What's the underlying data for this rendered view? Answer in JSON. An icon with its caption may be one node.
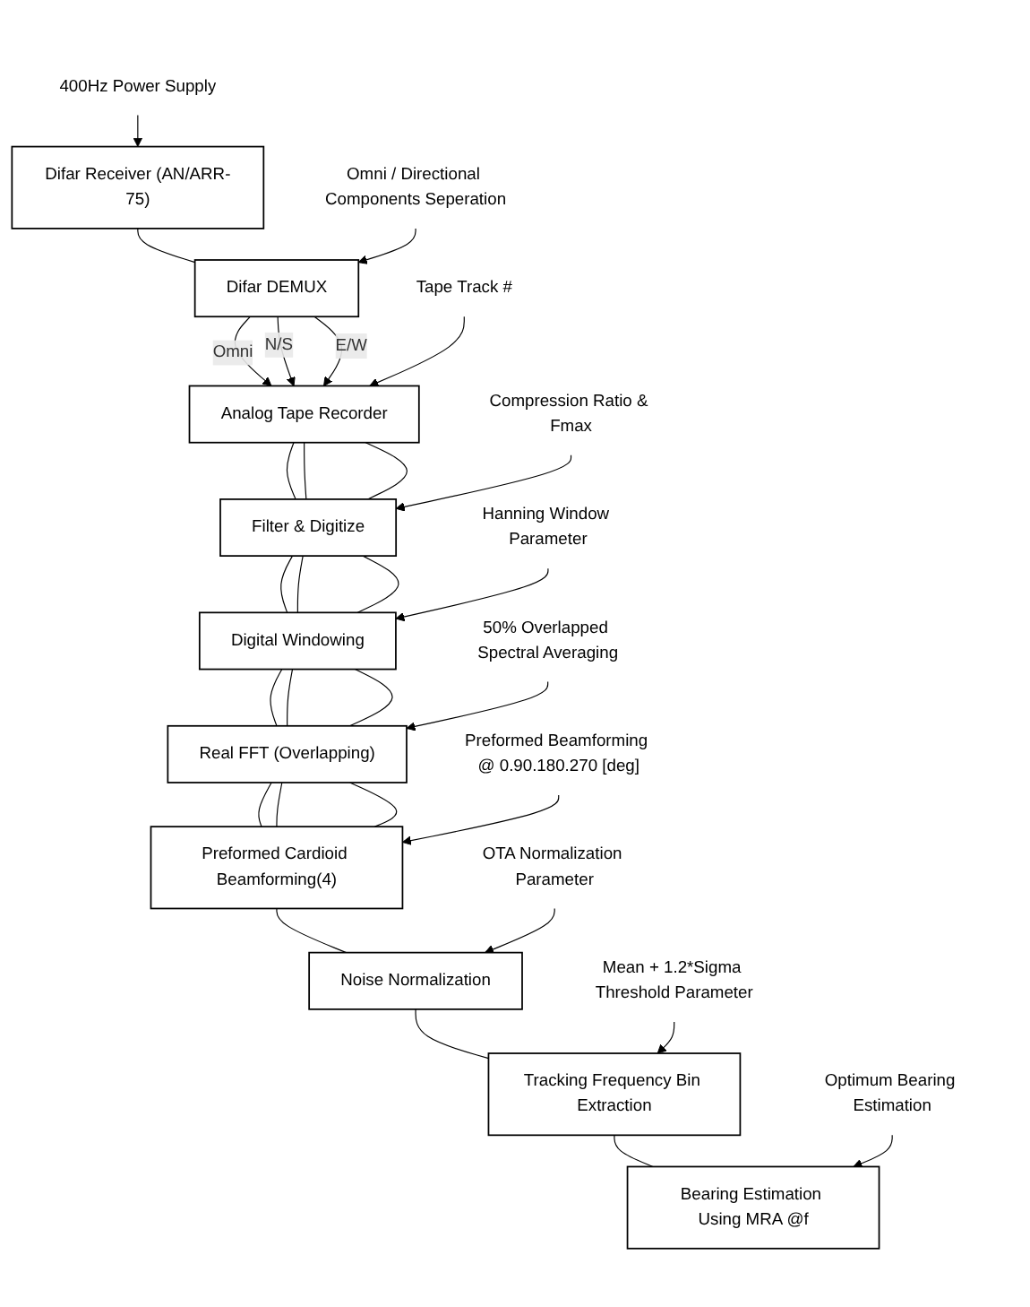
{
  "diagram": {
    "nodes": [
      {
        "text": [
          "Difar Receiver (AN/ARR-75)"
        ]
      },
      {
        "text": [
          "400Hz Power Supply"
        ]
      },
      {
        "text": [
          "Difar DEMUX"
        ]
      },
      {
        "text": [
          "Omni / Directional Components Seperation"
        ]
      },
      {
        "text": [
          "Analog Tape Recorder"
        ]
      },
      {
        "text": [
          "Tape Track #"
        ]
      },
      {
        "text": [
          "Filter & Digitize"
        ]
      },
      {
        "text": [
          "Compression Ratio & Fmax"
        ]
      },
      {
        "text": [
          "Digital Windowing"
        ]
      },
      {
        "text": [
          "Hanning Window Parameter"
        ]
      },
      {
        "text": [
          "Real FFT (Overlapping)"
        ]
      },
      {
        "text": [
          "50% Overlapped Spectral Averaging"
        ]
      },
      {
        "text": [
          "Preformed Cardioid Beamforming(4)"
        ]
      },
      {
        "text": [
          "Preformed Beamforming @ 0.90.180.270 [deg]"
        ]
      },
      {
        "text": [
          "Noise Normalization"
        ]
      },
      {
        "text": [
          "OTA Normalization Parameter"
        ]
      },
      {
        "text": [
          "Tracking Frequency Bin Extraction"
        ]
      },
      {
        "text": [
          "Mean + 1.2*Sigma Threshold Parameter"
        ]
      },
      {
        "text": [
          "Bearing Estimation Using MRA @f"
        ]
      },
      {
        "text": [
          "Optimum Bearing Estimation"
        ]
      }
    ],
    "edges": [
      {
        "from": 1,
        "to": 0,
        "arrow": "to"
      },
      {
        "from": 0,
        "to": 2,
        "arrow": "none"
      },
      {
        "from": 3,
        "to": 2,
        "arrow": "to"
      },
      {
        "from": 2,
        "to": 4,
        "arrow": "to",
        "label": "Omni"
      },
      {
        "from": 2,
        "to": 4,
        "arrow": "to",
        "label": "N/S"
      },
      {
        "from": 2,
        "to": 4,
        "arrow": "to",
        "label": "E/W"
      },
      {
        "from": 5,
        "to": 4,
        "arrow": "to"
      },
      {
        "from": 4,
        "to": 6,
        "arrow": "none"
      },
      {
        "from": 4,
        "to": 6,
        "arrow": "none"
      },
      {
        "from": 4,
        "to": 6,
        "arrow": "none"
      },
      {
        "from": 7,
        "to": 6,
        "arrow": "to"
      },
      {
        "from": 6,
        "to": 8,
        "arrow": "none"
      },
      {
        "from": 6,
        "to": 8,
        "arrow": "none"
      },
      {
        "from": 6,
        "to": 8,
        "arrow": "none"
      },
      {
        "from": 9,
        "to": 8,
        "arrow": "to"
      },
      {
        "from": 8,
        "to": 10,
        "arrow": "none"
      },
      {
        "from": 8,
        "to": 10,
        "arrow": "none"
      },
      {
        "from": 8,
        "to": 10,
        "arrow": "none"
      },
      {
        "from": 11,
        "to": 10,
        "arrow": "to"
      },
      {
        "from": 10,
        "to": 12,
        "arrow": "none"
      },
      {
        "from": 10,
        "to": 12,
        "arrow": "none"
      },
      {
        "from": 10,
        "to": 12,
        "arrow": "none"
      },
      {
        "from": 13,
        "to": 12,
        "arrow": "to"
      },
      {
        "from": 12,
        "to": 14,
        "arrow": "none"
      },
      {
        "from": 15,
        "to": 14,
        "arrow": "to"
      },
      {
        "from": 14,
        "to": 16,
        "arrow": "none"
      },
      {
        "from": 17,
        "to": 16,
        "arrow": "to"
      },
      {
        "from": 16,
        "to": 18,
        "arrow": "none"
      },
      {
        "from": 19,
        "to": 18,
        "arrow": "to"
      }
    ]
  }
}
